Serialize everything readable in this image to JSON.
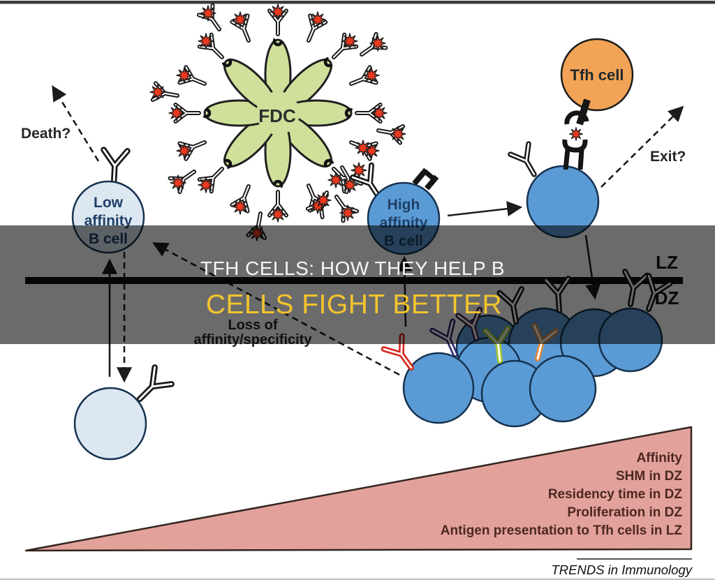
{
  "banner": {
    "title_line1": "TFH CELLS: HOW THEY HELP B",
    "title_line2": "CELLS FIGHT BETTER",
    "line1_color": "#f5f5f5",
    "line2_color": "#f3c42e",
    "overlay_color": "rgba(0,0,0,0.58)"
  },
  "figure": {
    "fdc": {
      "label": "FDC",
      "color": "#cfe09b"
    },
    "antigen_color": "#e8391f",
    "cells": {
      "tfh": {
        "label": "Tfh cell",
        "color": "#f2a355"
      },
      "low_affinity": {
        "lines": [
          "Low",
          "affinity",
          "B cell"
        ],
        "color": "#dce7f2"
      },
      "high_affinity": {
        "lines": [
          "High",
          "affinity",
          "B cell"
        ],
        "color": "#5b9bd5"
      },
      "selected_color": "#5b9bd5",
      "recycled_color": "#dce7f2",
      "dz_cluster_color": "#5b9bd5",
      "label_color": "#1e4066"
    },
    "annotations": {
      "death": "Death?",
      "exit": "Exit?",
      "loss_line1": "Loss of",
      "loss_line2": "affinity/specificity"
    },
    "zones": {
      "light": "LZ",
      "dark": "DZ"
    },
    "ramp": {
      "color": "#e2a29b",
      "text_color": "#4d2722",
      "items": [
        "Affinity",
        "SHM in DZ",
        "Residency time in DZ",
        "Proliferation in DZ",
        "Antigen presentation to Tfh cells in LZ"
      ]
    },
    "footer": {
      "journal": "TRENDS in Immunology"
    }
  }
}
